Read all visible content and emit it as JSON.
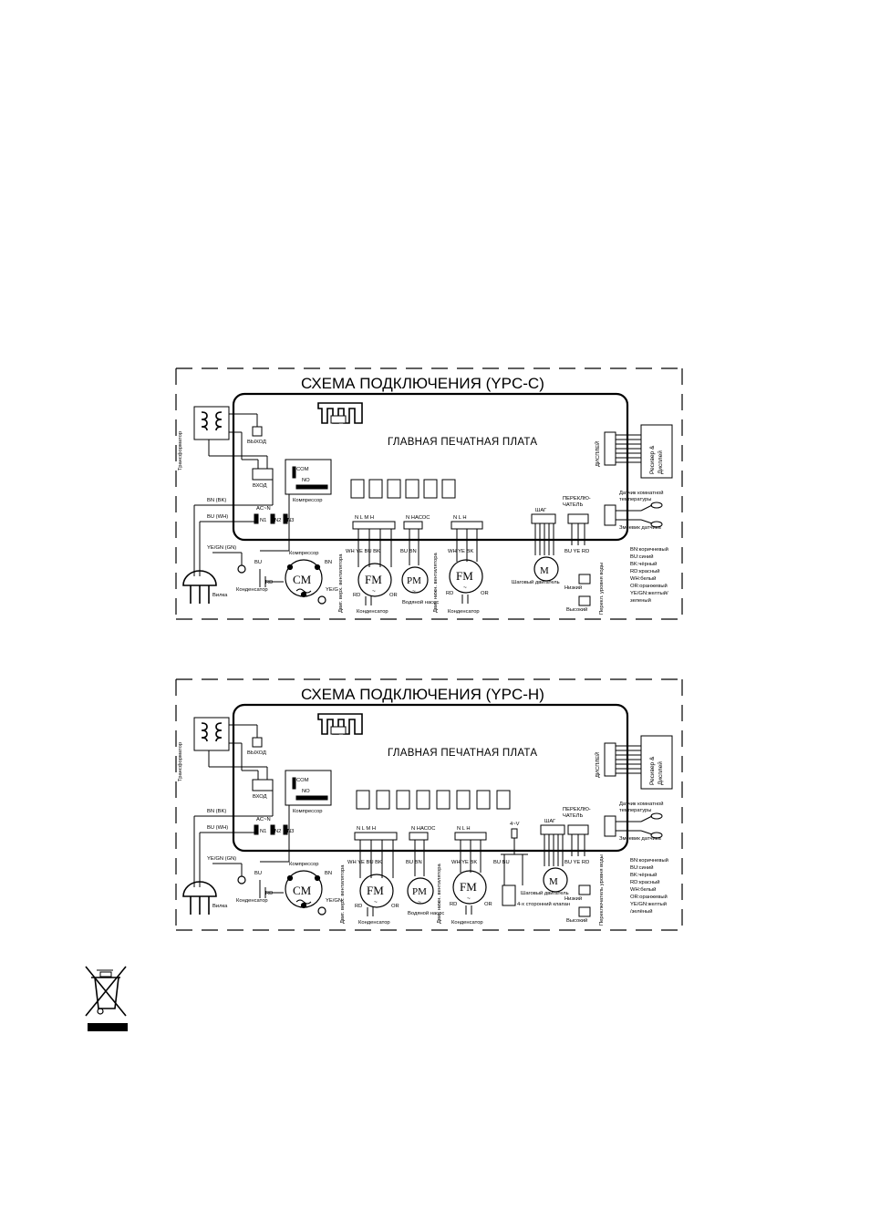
{
  "diagrams": [
    {
      "title": "СХЕМА ПОДКЛЮЧЕНИЯ (YPC-C)",
      "board": "ГЛАВНАЯ ПЕЧАТНАЯ ПЛАТА",
      "transformer": "Трансформатор",
      "out_label": "ВЫХОД",
      "in_label": "ВХОД",
      "com": "COM",
      "no": "NO",
      "compressor_relay": "Компрессор",
      "acn": "AC~N",
      "n1": "N1",
      "n2": "N2",
      "n3": "N3",
      "wire_bn": "BN (BK)",
      "wire_bu": "BU (WH)",
      "wire_yegn": "YE/GN (GN)",
      "plug": "Вилка",
      "capacitor": "Конденсатор",
      "compressor": "Компрессор",
      "cm": "CM",
      "yeg": "YE/G",
      "bu": "BU",
      "bn": "BN",
      "rd": "RD",
      "pins_fan1": "N  L  M  H",
      "pump_hdr": "N НАСОС",
      "pins_fan2": "N  L  H",
      "wires_fan1": "WH YE BU BK",
      "wires_pump": "BU  BN",
      "wires_fan2": "WH YE BK",
      "fm": "FM",
      "pm": "PM",
      "fan1_side": "Двиг. верх. вентилятора",
      "fan2_side": "Двиг. нижн. вентилятора",
      "water_pump": "Водяной насос",
      "condenser": "Конденсатор",
      "or": "OR",
      "step": "ШАГ",
      "switch": "ПЕРЕКЛЮ-\nЧАТЕЛЬ",
      "step_motor": "Шаговый двигатель",
      "m": "M",
      "display": "ДИСПЛЕЙ",
      "receiver": "Ресивер &\nДисплей",
      "room_sensor": "Датчик комнатной\nтемпературы",
      "coil_sensor": "Змеевик датчика",
      "switch_wires": "BU YE RD",
      "low": "Низкий",
      "high": "Высокий",
      "level_sw": "Перекл. уровня воды",
      "legend": [
        "BN:коричневый",
        "BU:синий",
        "BK:чёрный",
        "RD:красный",
        "WH:белый",
        "OR:оранжевый",
        "YE/GN:желтый/",
        "зеленый"
      ]
    },
    {
      "title": "СХЕМА ПОДКЛЮЧЕНИЯ (YPC-H)",
      "board": "ГЛАВНАЯ ПЕЧАТНАЯ ПЛАТА",
      "transformer": "Трансформатор",
      "out_label": "ВЫХОД",
      "in_label": "ВХОД",
      "com": "COM",
      "no": "NO",
      "compressor_relay": "Компрессор",
      "acn": "AC~N",
      "n1": "N1",
      "n2": "N2",
      "n3": "N3",
      "wire_bn": "BN (BK)",
      "wire_bu": "BU (WH)",
      "wire_yegn": "YE/GN (GN)",
      "plug": "Вилка",
      "capacitor": "Конденсатор",
      "compressor": "Компрессор",
      "cm": "CM",
      "yeg": "YE/GN",
      "bu": "BU",
      "bn": "BN",
      "rd": "RD",
      "pins_fan1": "N  L  M  H",
      "pump_hdr": "N НАСОС",
      "pins_fan2": "N  L  H",
      "wires_fan1": "WH YE BU BK",
      "wires_pump": "BU  BN",
      "wires_fan2": "WH YE BK",
      "fm": "FM",
      "pm": "PM",
      "fan1_side": "Двиг. верх. вентилятора",
      "fan2_side": "Двиг. нижн. вентилятора",
      "water_pump": "Водяной насос",
      "condenser": "Конденсатор",
      "or": "OR",
      "valve_hdr": "4~V",
      "valve_wires": "BU   BU",
      "valve": "4-х сторонний клапан",
      "step": "ШАГ",
      "switch": "ПЕРЕКЛЮ-\nЧАТЕЛЬ",
      "step_motor": "Шаговый двигатель",
      "m": "M",
      "display": "ДИСПЛЕЙ",
      "receiver": "Ресивер &\nДисплей",
      "room_sensor": "Датчик комнатной\nтемпературы",
      "coil_sensor": "Змеевик датчика",
      "switch_wires": "BU YE RD",
      "low": "Низкий",
      "high": "Высокий",
      "level_sw": "Переключатель уровня воды",
      "legend": [
        "BN:коричневый",
        "BU:синий",
        "BK:чёрный",
        "RD:красный",
        "WH:белый",
        "OR:оранжевый",
        "YE/GN:желтый",
        "/зелёный"
      ]
    }
  ],
  "icons": {
    "weee": "crossed-out-wheelie-bin-icon"
  }
}
